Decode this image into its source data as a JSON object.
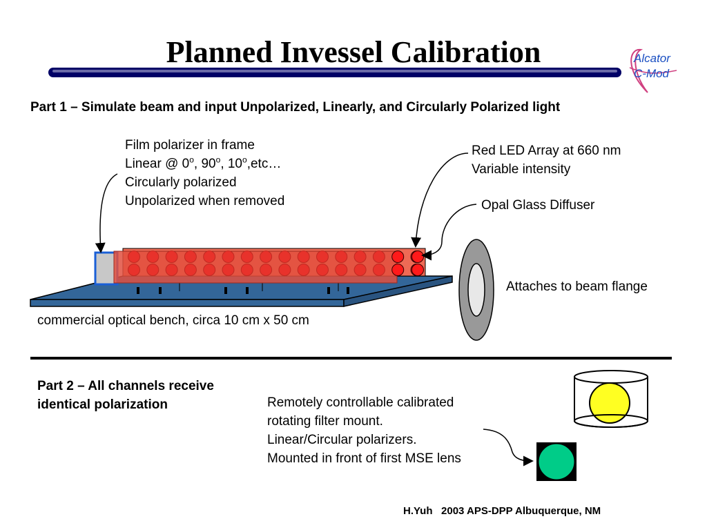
{
  "title": "Planned Invessel Calibration",
  "logo": {
    "line1": "Alcator",
    "line2": "C-Mod"
  },
  "part1_heading": "Part 1 – Simulate beam and input Unpolarized, Linearly, and Circularly Polarized light",
  "polarizer_label": {
    "line1": "Film polarizer in frame",
    "line2_pre": "Linear @ 0",
    "deg": "o",
    "sep1": ", 90",
    "sep2": ", 10",
    "line2_post": ",etc…",
    "line3": "Circularly polarized",
    "line4": "Unpolarized when removed"
  },
  "led_label": {
    "line1": "Red LED Array at 660 nm",
    "line2": "Variable intensity"
  },
  "diffuser_label": "Opal Glass Diffuser",
  "flange_label": "Attaches to beam flange",
  "bench_label": "commercial optical bench, circa 10 cm x 50 cm",
  "part2_heading": {
    "line1": "Part 2 – All channels receive",
    "line2": "identical polarization"
  },
  "filter_mount_label": {
    "line1": "Remotely controllable calibrated",
    "line2": "rotating filter mount.",
    "line3": "Linear/Circular polarizers.",
    "line4": "Mounted in front of first MSE lens"
  },
  "footer": "H.Yuh   2003 APS-DPP Albuquerque, NM",
  "colors": {
    "title_rule": "#000066",
    "bench": "#336699",
    "led": "#e8322b",
    "led_box": "#ee6a55",
    "polarizer_frame": "#1a5fd6",
    "polarizer_film": "#c8c8c8",
    "flange": "#999999",
    "yellow_filter": "#ffff22",
    "green_filter": "#00cc88",
    "logo": "#1a4fc2",
    "logo_heart": "#d04080"
  }
}
